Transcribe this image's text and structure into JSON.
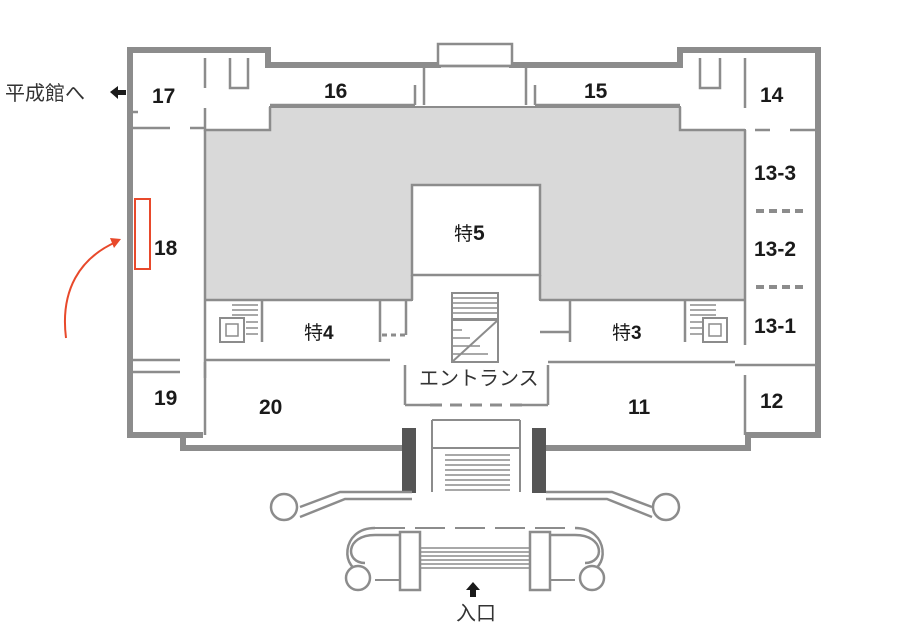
{
  "rooms": {
    "r17": "17",
    "r16": "16",
    "r15": "15",
    "r14": "14",
    "r13_3": "13-3",
    "r13_2": "13-2",
    "r13_1": "13-1",
    "r18": "18",
    "r19": "19",
    "r20": "20",
    "r11": "11",
    "r12": "12",
    "toku5_kanji": "特",
    "toku5_num": "5",
    "toku4_kanji": "特",
    "toku4_num": "4",
    "toku3_kanji": "特",
    "toku3_num": "3"
  },
  "labels": {
    "heisei_wing": "平成館へ",
    "entrance_hall": "エントランス",
    "entrance": "入口"
  },
  "colors": {
    "wall": "#8c8c8c",
    "courtyard": "#d9d9d9",
    "highlight": "#e8492b",
    "text": "#1a1a1a"
  },
  "icons": {
    "exit_arrow": "arrow-left-icon",
    "entry_arrow": "arrow-up-icon",
    "route_arrow": "curved-arrow-icon",
    "stairs": "stairs-icon",
    "elevator": "elevator-icon"
  }
}
